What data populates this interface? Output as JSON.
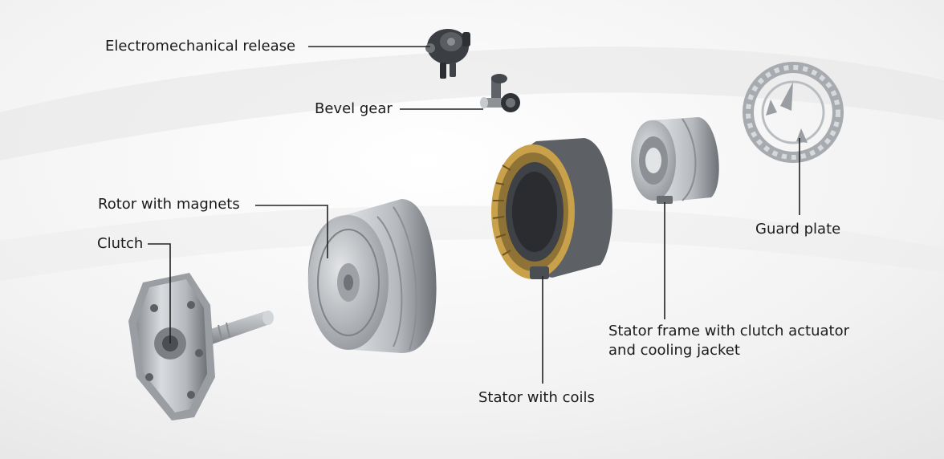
{
  "labels": {
    "electromechanical_release": "Electromechanical release",
    "bevel_gear": "Bevel gear",
    "rotor_with_magnets": "Rotor with magnets",
    "clutch": "Clutch",
    "stator_with_coils": "Stator with coils",
    "stator_frame_line1": "Stator frame with clutch actuator",
    "stator_frame_line2": "and cooling jacket",
    "guard_plate": "Guard plate"
  },
  "colors": {
    "background": "#f4f4f4",
    "metal_light": "#d6d8da",
    "metal_mid": "#a9adb1",
    "metal_dark": "#5d6166",
    "copper_coil": "#c9a14a",
    "leader_line": "#222222"
  }
}
